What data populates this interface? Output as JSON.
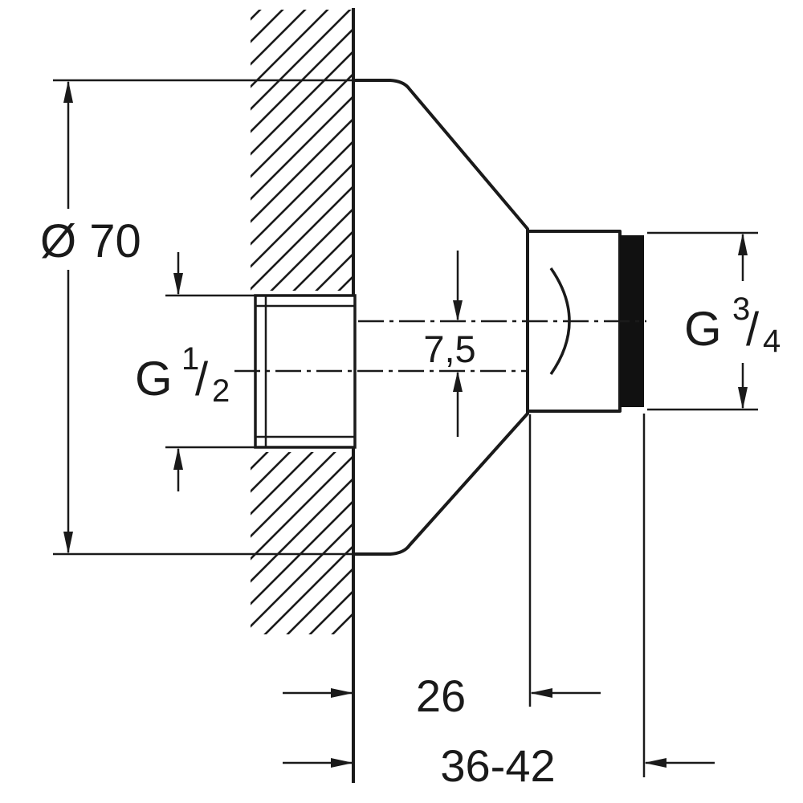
{
  "drawing": {
    "labels": {
      "diameter": "Ø 70",
      "offset": "7,5",
      "depth": "26",
      "projection_range": "36-42",
      "thread_left_prefix": "G",
      "thread_left_numerator": "1",
      "thread_left_slash": "/",
      "thread_left_denominator": "2",
      "thread_right_prefix": "G",
      "thread_right_numerator": "3",
      "thread_right_slash": "/",
      "thread_right_denominator": "4"
    },
    "colors": {
      "line": "#1a1a1a",
      "background": "#ffffff",
      "seal_band": "#111111"
    }
  }
}
